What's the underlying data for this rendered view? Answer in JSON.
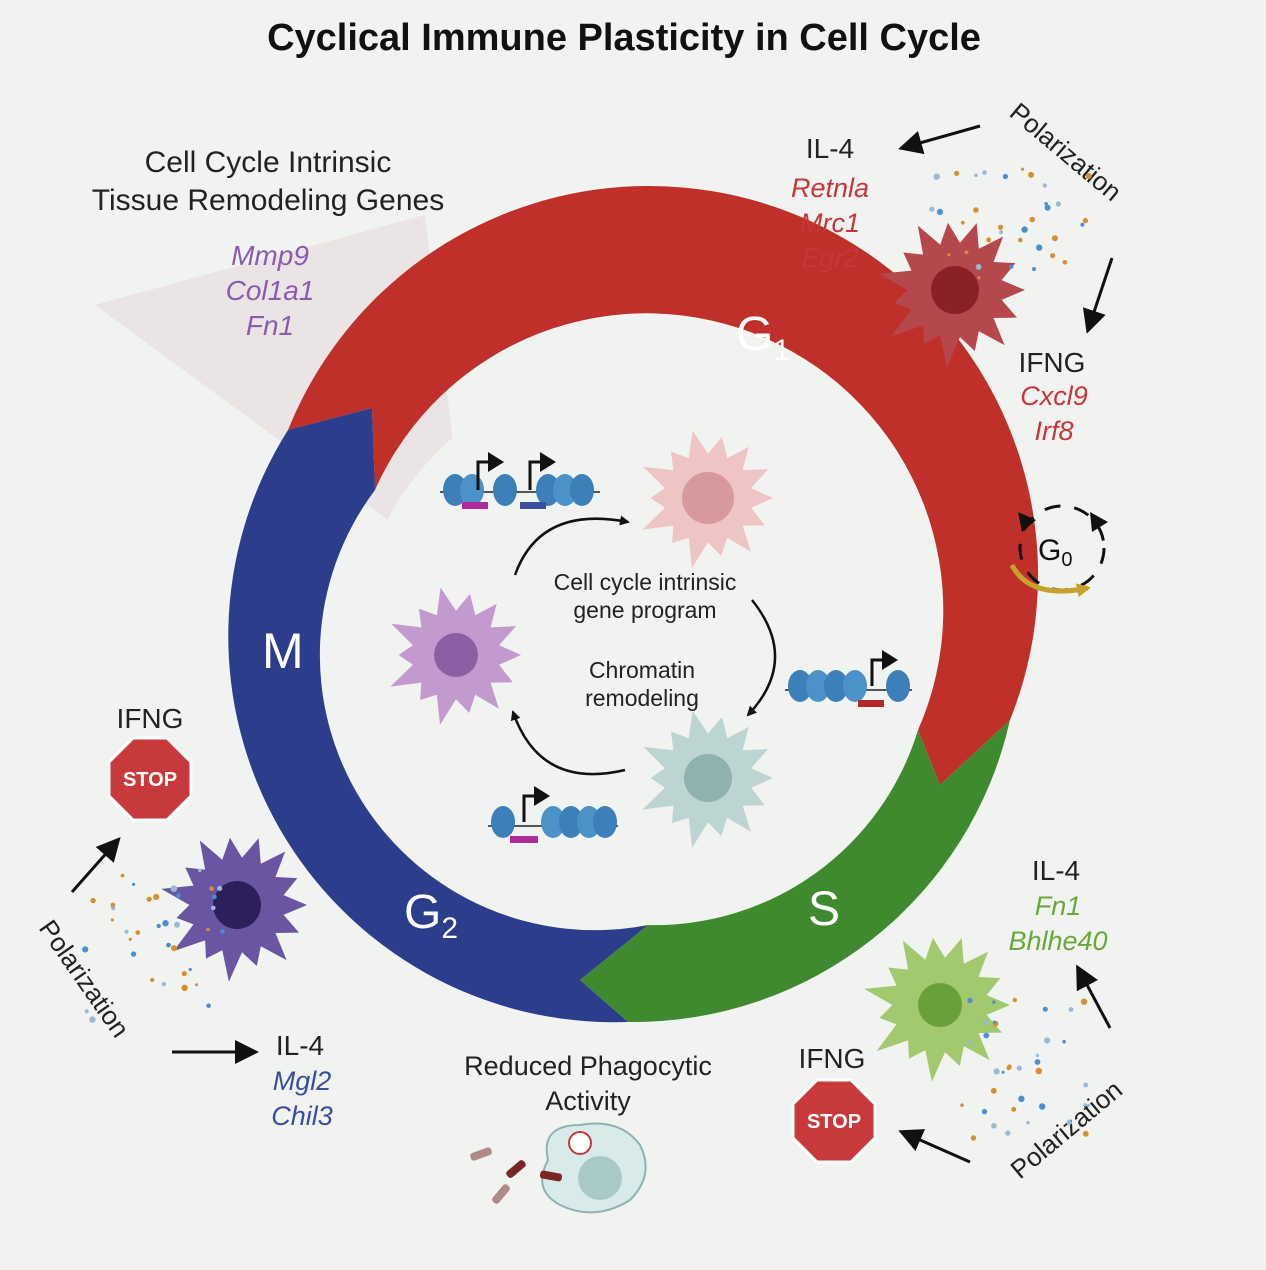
{
  "title": "Cyclical Immune Plasticity in Cell Cycle",
  "phases": {
    "g1": {
      "letter": "G",
      "sub": "1"
    },
    "s": {
      "label": "S"
    },
    "g2": {
      "letter": "G",
      "sub": "2"
    },
    "m": {
      "label": "M"
    },
    "g0": {
      "letter": "G",
      "sub": "0"
    }
  },
  "intrinsic": {
    "heading_line1": "Cell Cycle Intrinsic",
    "heading_line2": "Tissue Remodeling Genes",
    "genes": [
      "Mmp9",
      "Col1a1",
      "Fn1"
    ]
  },
  "center": {
    "program_line1": "Cell cycle intrinsic",
    "program_line2": "gene program",
    "chromatin_line1": "Chromatin",
    "chromatin_line2": "remodeling"
  },
  "g1_panel": {
    "il4": "IL-4",
    "il4_genes": [
      "Retnla",
      "Mrc1",
      "Egr2"
    ],
    "ifng": "IFNG",
    "ifng_genes": [
      "Cxcl9",
      "Irf8"
    ],
    "polarization": "Polarization"
  },
  "s_panel": {
    "il4": "IL-4",
    "il4_genes": [
      "Fn1",
      "Bhlhe40"
    ],
    "ifng": "IFNG",
    "stop": "STOP",
    "polarization": "Polarization"
  },
  "g2_panel": {
    "ifng": "IFNG",
    "stop": "STOP",
    "il4": "IL-4",
    "il4_genes": [
      "Mgl2",
      "Chil3"
    ],
    "polarization": "Polarization"
  },
  "phagocytic": {
    "line1": "Reduced Phagocytic",
    "line2": "Activity"
  },
  "colors": {
    "g1": "#c0302a",
    "s": "#3f8a2e",
    "g2m": "#2c3d8c",
    "purple_text": "#8a5bb0",
    "red_text": "#c8353a",
    "green_text": "#6aa83a",
    "blue_text": "#3a4ea0",
    "stop": "#c8393c",
    "g0_arrow": "#c6a12c"
  }
}
